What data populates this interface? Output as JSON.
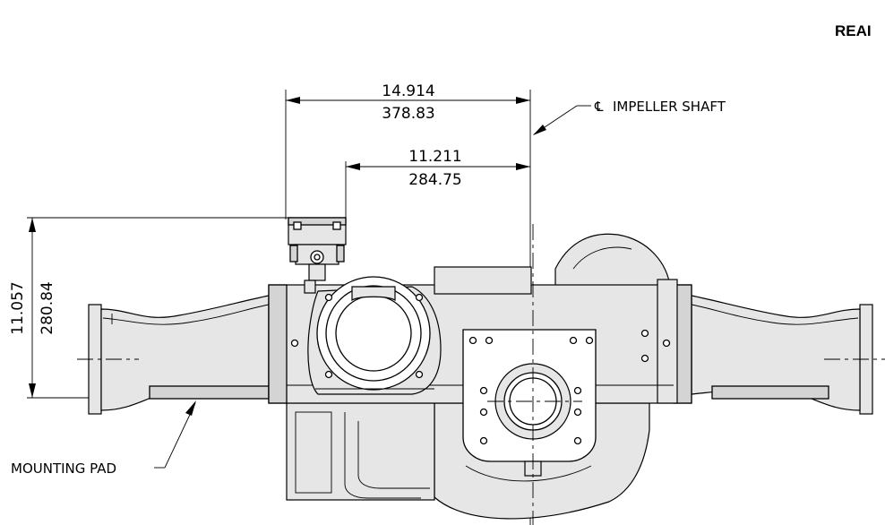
{
  "view_title": "REAI",
  "dimensions": {
    "overall_width_in": "14.914",
    "overall_width_mm": "378.83",
    "offset_in": "11.211",
    "offset_mm": "284.75",
    "height_in": "11.057",
    "height_mm": "280.84"
  },
  "callouts": {
    "centerline_symbol": "℄",
    "impeller_shaft": "IMPELLER SHAFT",
    "mounting_pad": "MOUNTING PAD"
  }
}
